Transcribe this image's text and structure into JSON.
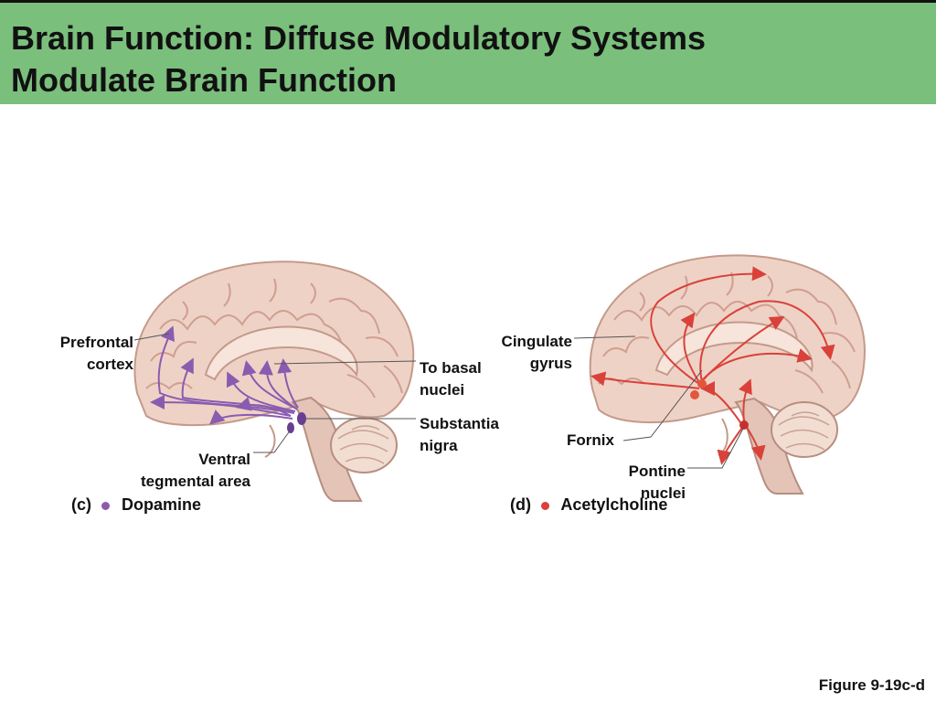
{
  "header": {
    "title_line1": "Brain Function: Diffuse Modulatory Systems",
    "title_line2": "Modulate Brain Function"
  },
  "panel_c": {
    "labels": {
      "prefrontal_1": "Prefrontal",
      "prefrontal_2": "cortex",
      "basal_1": "To basal",
      "basal_2": "nuclei",
      "substantia_1": "Substantia",
      "substantia_2": "nigra",
      "ventral_1": "Ventral",
      "ventral_2": "tegmental area"
    },
    "caption_letter": "(c)",
    "caption_name": "Dopamine",
    "color": "#8a5cb0"
  },
  "panel_d": {
    "labels": {
      "cingulate_1": "Cingulate",
      "cingulate_2": "gyrus",
      "fornix": "Fornix",
      "pontine_1": "Pontine",
      "pontine_2": "nuclei"
    },
    "caption_letter": "(d)",
    "caption_name": "Acetylcholine",
    "color": "#d9413a"
  },
  "figure_number": "Figure 9-19c-d",
  "colors": {
    "header_bg": "#7bbf7d"
  }
}
